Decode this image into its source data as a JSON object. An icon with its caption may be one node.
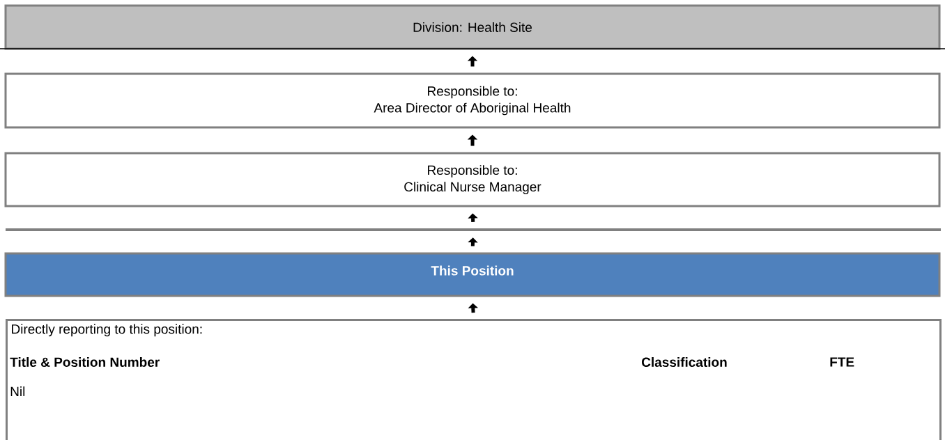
{
  "diagram": {
    "nodes": [
      {
        "text": [
          "Division: Health Site"
        ]
      },
      {
        "text": [
          "Responsible to:",
          "Area Director of Aboriginal Health"
        ]
      },
      {
        "text": [
          "Responsible to:",
          "Clinical Nurse Manager"
        ]
      },
      {
        "text": [],
        "shape": "bar"
      },
      {
        "text": [
          "This Position"
        ]
      },
      {
        "text": [
          "Directly reporting to this position:"
        ]
      }
    ],
    "edges": [
      {
        "from": 1,
        "to": 0,
        "arrow": "to"
      },
      {
        "from": 2,
        "to": 1,
        "arrow": "to"
      },
      {
        "from": 3,
        "to": 2,
        "arrow": "to"
      },
      {
        "from": 4,
        "to": 3,
        "arrow": "to"
      },
      {
        "from": 5,
        "to": 4,
        "arrow": "to"
      }
    ],
    "labels": [
      "Title & Position Number",
      "Classification",
      "FTE",
      "Nil"
    ]
  }
}
